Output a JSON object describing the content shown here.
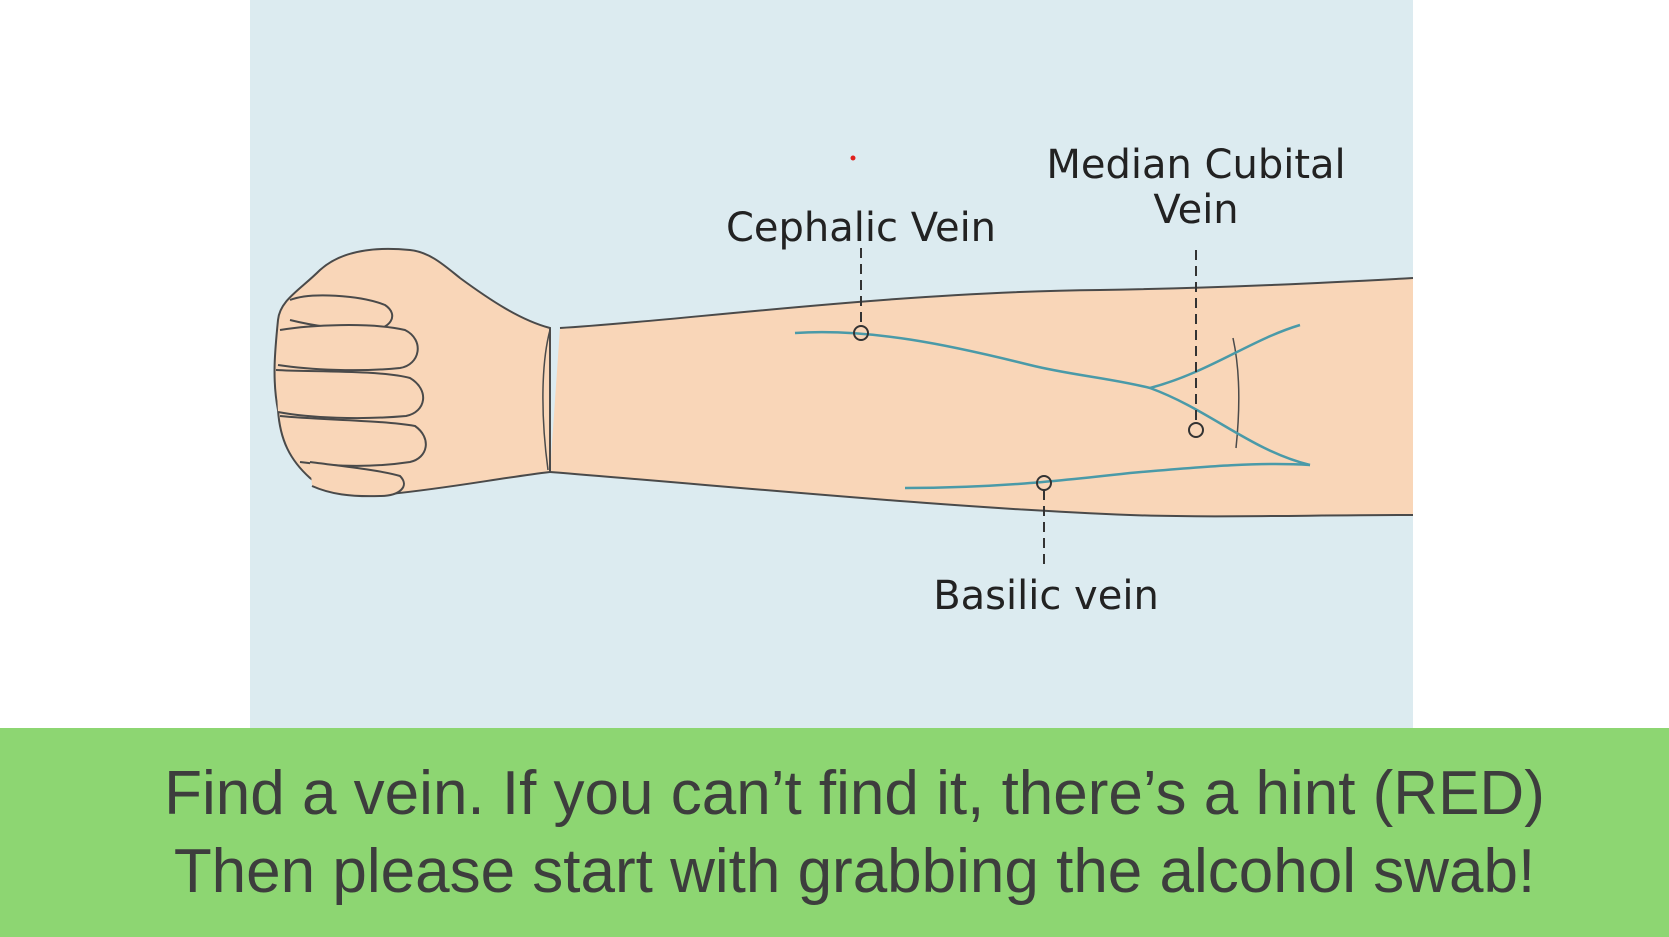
{
  "diagram": {
    "labels": {
      "cephalic": "Cephalic Vein",
      "median_line1": "Median Cubital",
      "median_line2": "Vein",
      "basilic": "Basilic vein"
    },
    "hint_marker_color": "#e0201c"
  },
  "instruction": {
    "line1": "Find a vein.  If you can’t find it, there’s a hint (RED)",
    "line2": "Then please start with grabbing the alcohol swab!"
  },
  "colors": {
    "panel_background": "#dcebf0",
    "skin": "#f9d6b8",
    "outline": "#4a4a4a",
    "vein": "#4a9aa8",
    "instruction_background": "#8dd672",
    "instruction_text": "#3d3d3d"
  }
}
